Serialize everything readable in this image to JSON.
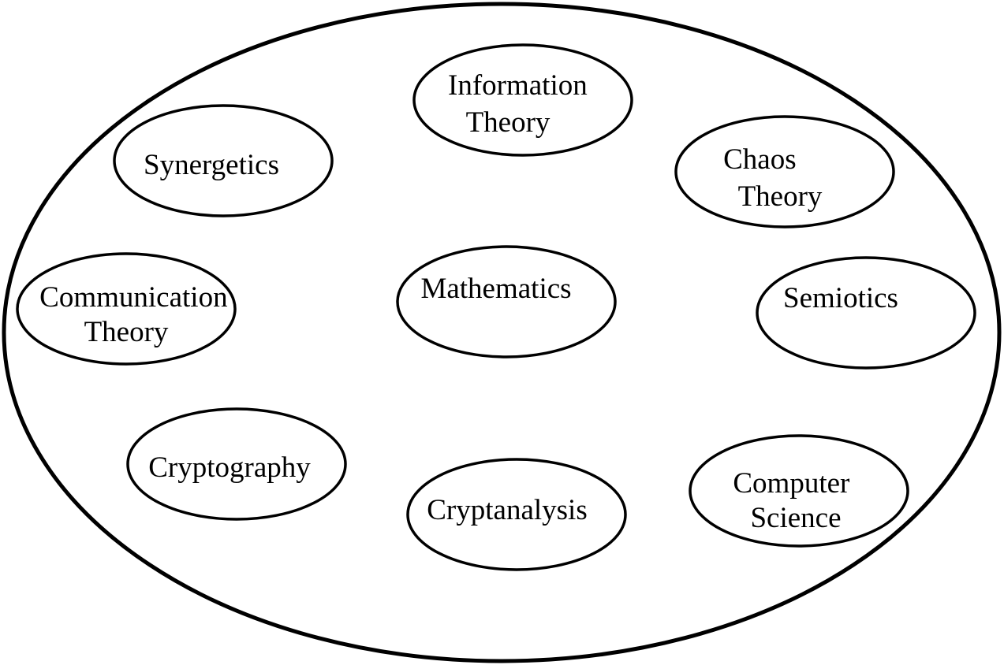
{
  "diagram": {
    "nodes": [
      {
        "id": "information-theory",
        "lines": [
          "Information",
          "Theory"
        ]
      },
      {
        "id": "synergetics",
        "lines": [
          "Synergetics"
        ]
      },
      {
        "id": "chaos-theory",
        "lines": [
          "Chaos",
          "Theory"
        ]
      },
      {
        "id": "communication-theory",
        "lines": [
          "Communication",
          "Theory"
        ]
      },
      {
        "id": "mathematics",
        "lines": [
          "Mathematics"
        ]
      },
      {
        "id": "semiotics",
        "lines": [
          "Semiotics"
        ]
      },
      {
        "id": "cryptography",
        "lines": [
          "Cryptography"
        ]
      },
      {
        "id": "cryptanalysis",
        "lines": [
          "Cryptanalysis"
        ]
      },
      {
        "id": "computer-science",
        "lines": [
          "Computer",
          "Science"
        ]
      }
    ]
  }
}
